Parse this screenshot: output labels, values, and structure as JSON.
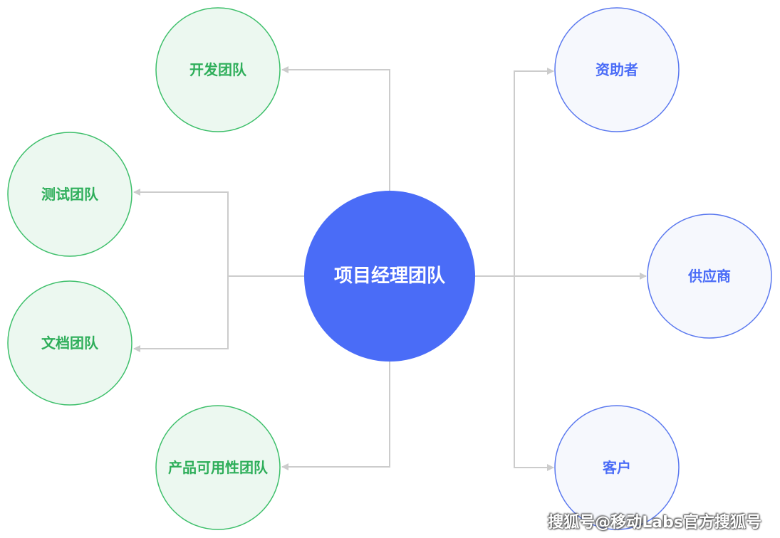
{
  "center": {
    "label": "项目经理团队"
  },
  "left_nodes": [
    {
      "label": "开发团队"
    },
    {
      "label": "测试团队"
    },
    {
      "label": "文档团队"
    },
    {
      "label": "产品可用性团队"
    }
  ],
  "right_nodes": [
    {
      "label": "资助者"
    },
    {
      "label": "供应商"
    },
    {
      "label": "客户"
    }
  ],
  "colors": {
    "center_fill": "#4a6cf7",
    "center_text": "#ffffff",
    "green_fill": "#ecf8f0",
    "green_stroke": "#3dbf6a",
    "green_text": "#2eae5a",
    "blue_fill": "#f6f8fd",
    "blue_stroke": "#5a78ef",
    "blue_text": "#4a6cf7",
    "connector": "#cccccc"
  },
  "watermark": "搜狐号@移动Labs官方搜狐号"
}
